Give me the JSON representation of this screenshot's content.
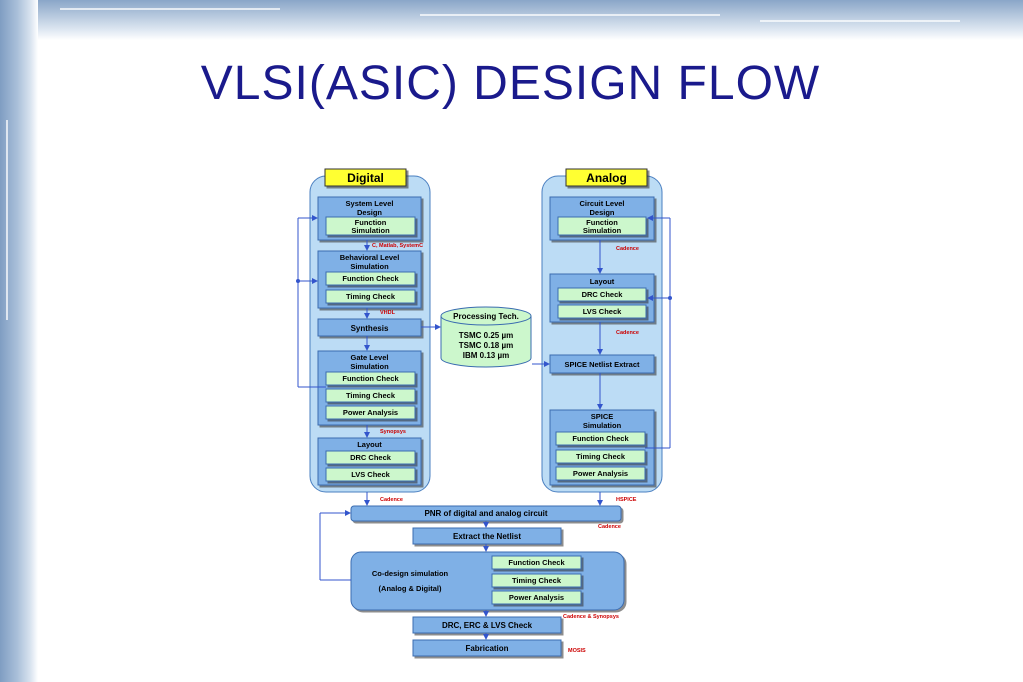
{
  "title": "VLSI(ASIC)  DESIGN FLOW",
  "digital": {
    "header": "Digital",
    "system_level": [
      "System Level",
      "Design"
    ],
    "system_function_sim": [
      "Function",
      "Simulation"
    ],
    "note_c_matlab": "C, Matlab, SystemC",
    "behavioral": [
      "Behavioral Level",
      "Simulation"
    ],
    "behavioral_function_check": "Function Check",
    "behavioral_timing_check": "Timing Check",
    "note_vhdl": "VHDL",
    "synthesis": "Synthesis",
    "gate_level": [
      "Gate Level",
      "Simulation"
    ],
    "gate_function_check": "Function Check",
    "gate_timing_check": "Timing Check",
    "gate_power_analysis": "Power Analysis",
    "note_synopsys": "Synopsys",
    "layout": "Layout",
    "drc_check": "DRC Check",
    "lvs_check": "LVS Check",
    "note_cadence": "Cadence"
  },
  "analog": {
    "header": "Analog",
    "circuit_level": [
      "Circuit Level",
      "Design"
    ],
    "circuit_function_sim": [
      "Function",
      "Simulation"
    ],
    "note_cadence_1": "Cadence",
    "layout": "Layout",
    "drc_check": "DRC Check",
    "lvs_check": "LVS Check",
    "note_cadence_2": "Cadence",
    "spice_netlist": "SPICE Netlist Extract",
    "spice_sim": [
      "SPICE",
      "Simulation"
    ],
    "spice_function_check": "Function Check",
    "spice_timing_check": "Timing Check",
    "spice_power_analysis": "Power Analysis",
    "note_hspice": "HSPICE"
  },
  "processing": {
    "title": "Processing Tech.",
    "lines": [
      "TSMC 0.25 µm",
      "TSMC 0.18 µm",
      "IBM 0.13 µm"
    ]
  },
  "flow": {
    "pnr": "PNR of digital and analog circuit",
    "note_cadence": "Cadence",
    "extract": "Extract the Netlist",
    "codesign": [
      "Co-design simulation",
      "(Analog & Digital)"
    ],
    "co_function_check": "Function Check",
    "co_timing_check": "Timing Check",
    "co_power_analysis": "Power Analysis",
    "note_cadence_synopsys": "Cadence & Synopsys",
    "drc_erc_lvs": "DRC, ERC & LVS Check",
    "fabrication": "Fabrication",
    "note_mosis": "MOSIS"
  },
  "colors": {
    "title": "#1a1a8c",
    "panel": "#bcdcf5",
    "box": "#7fb0e6",
    "check": "#ccf7cc",
    "header": "#ffff33",
    "note": "#cc0000",
    "arrow": "#3355cc"
  }
}
